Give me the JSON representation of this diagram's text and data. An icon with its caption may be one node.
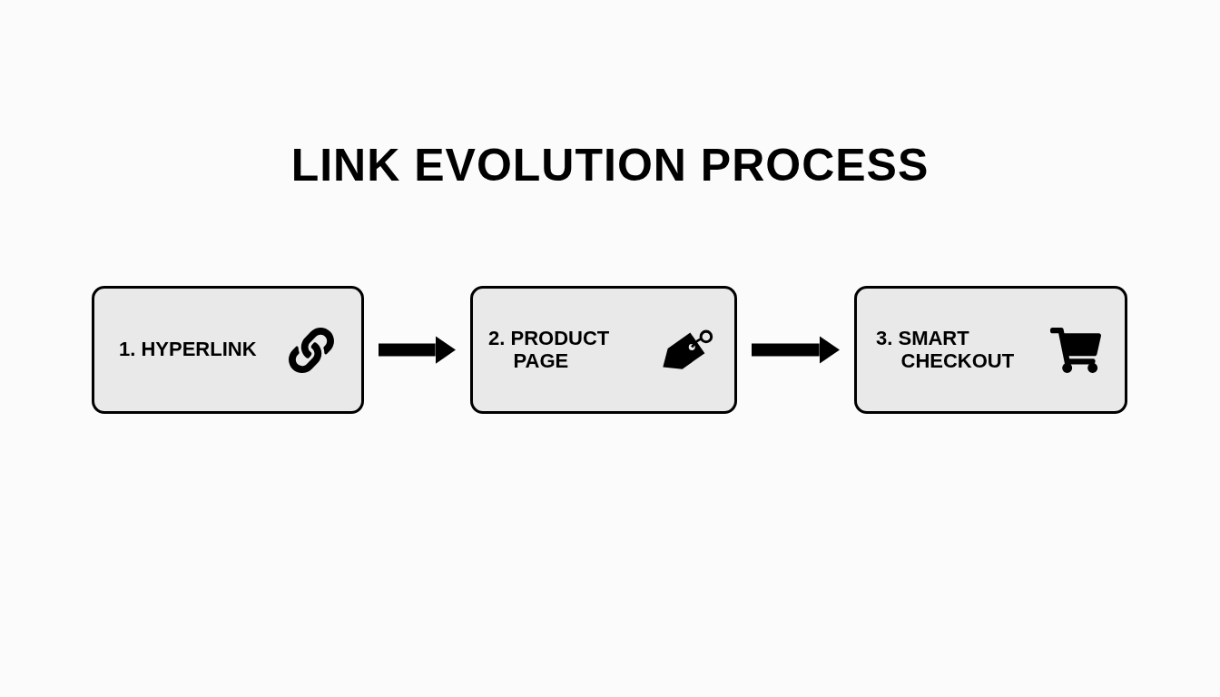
{
  "diagram": {
    "title": "LINK EVOLUTION PROCESS",
    "nodes": [
      {
        "text": [
          "1. HYPERLINK"
        ]
      },
      {
        "text": [
          "2. PRODUCT PAGE"
        ]
      },
      {
        "text": [
          "3. SMART CHECKOUT"
        ]
      }
    ],
    "edges": [
      {
        "from": 0,
        "to": 1,
        "arrow": "to"
      },
      {
        "from": 1,
        "to": 2,
        "arrow": "to"
      }
    ]
  }
}
